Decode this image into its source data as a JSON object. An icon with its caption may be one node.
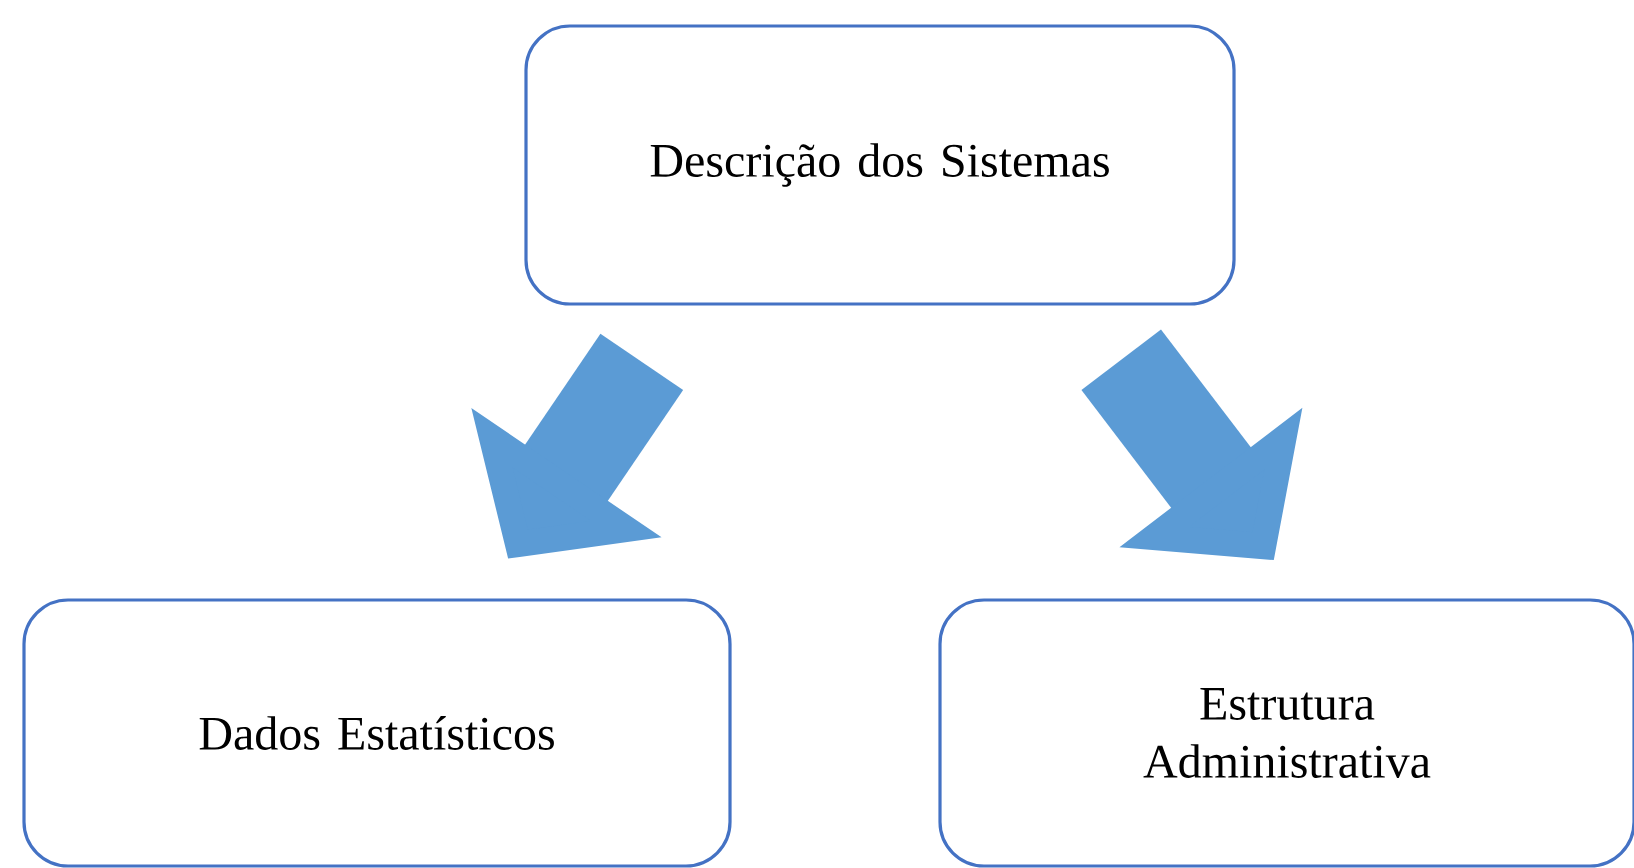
{
  "diagram": {
    "nodes": [
      {
        "text": [
          "Descrição dos Sistemas"
        ]
      },
      {
        "text": [
          "Dados Estatísticos"
        ]
      },
      {
        "text": [
          "Estrutura Administrativa"
        ]
      }
    ],
    "edges": [
      {
        "from": 0,
        "to": 1,
        "arrow": "to"
      },
      {
        "from": 0,
        "to": 2,
        "arrow": "to"
      }
    ]
  }
}
